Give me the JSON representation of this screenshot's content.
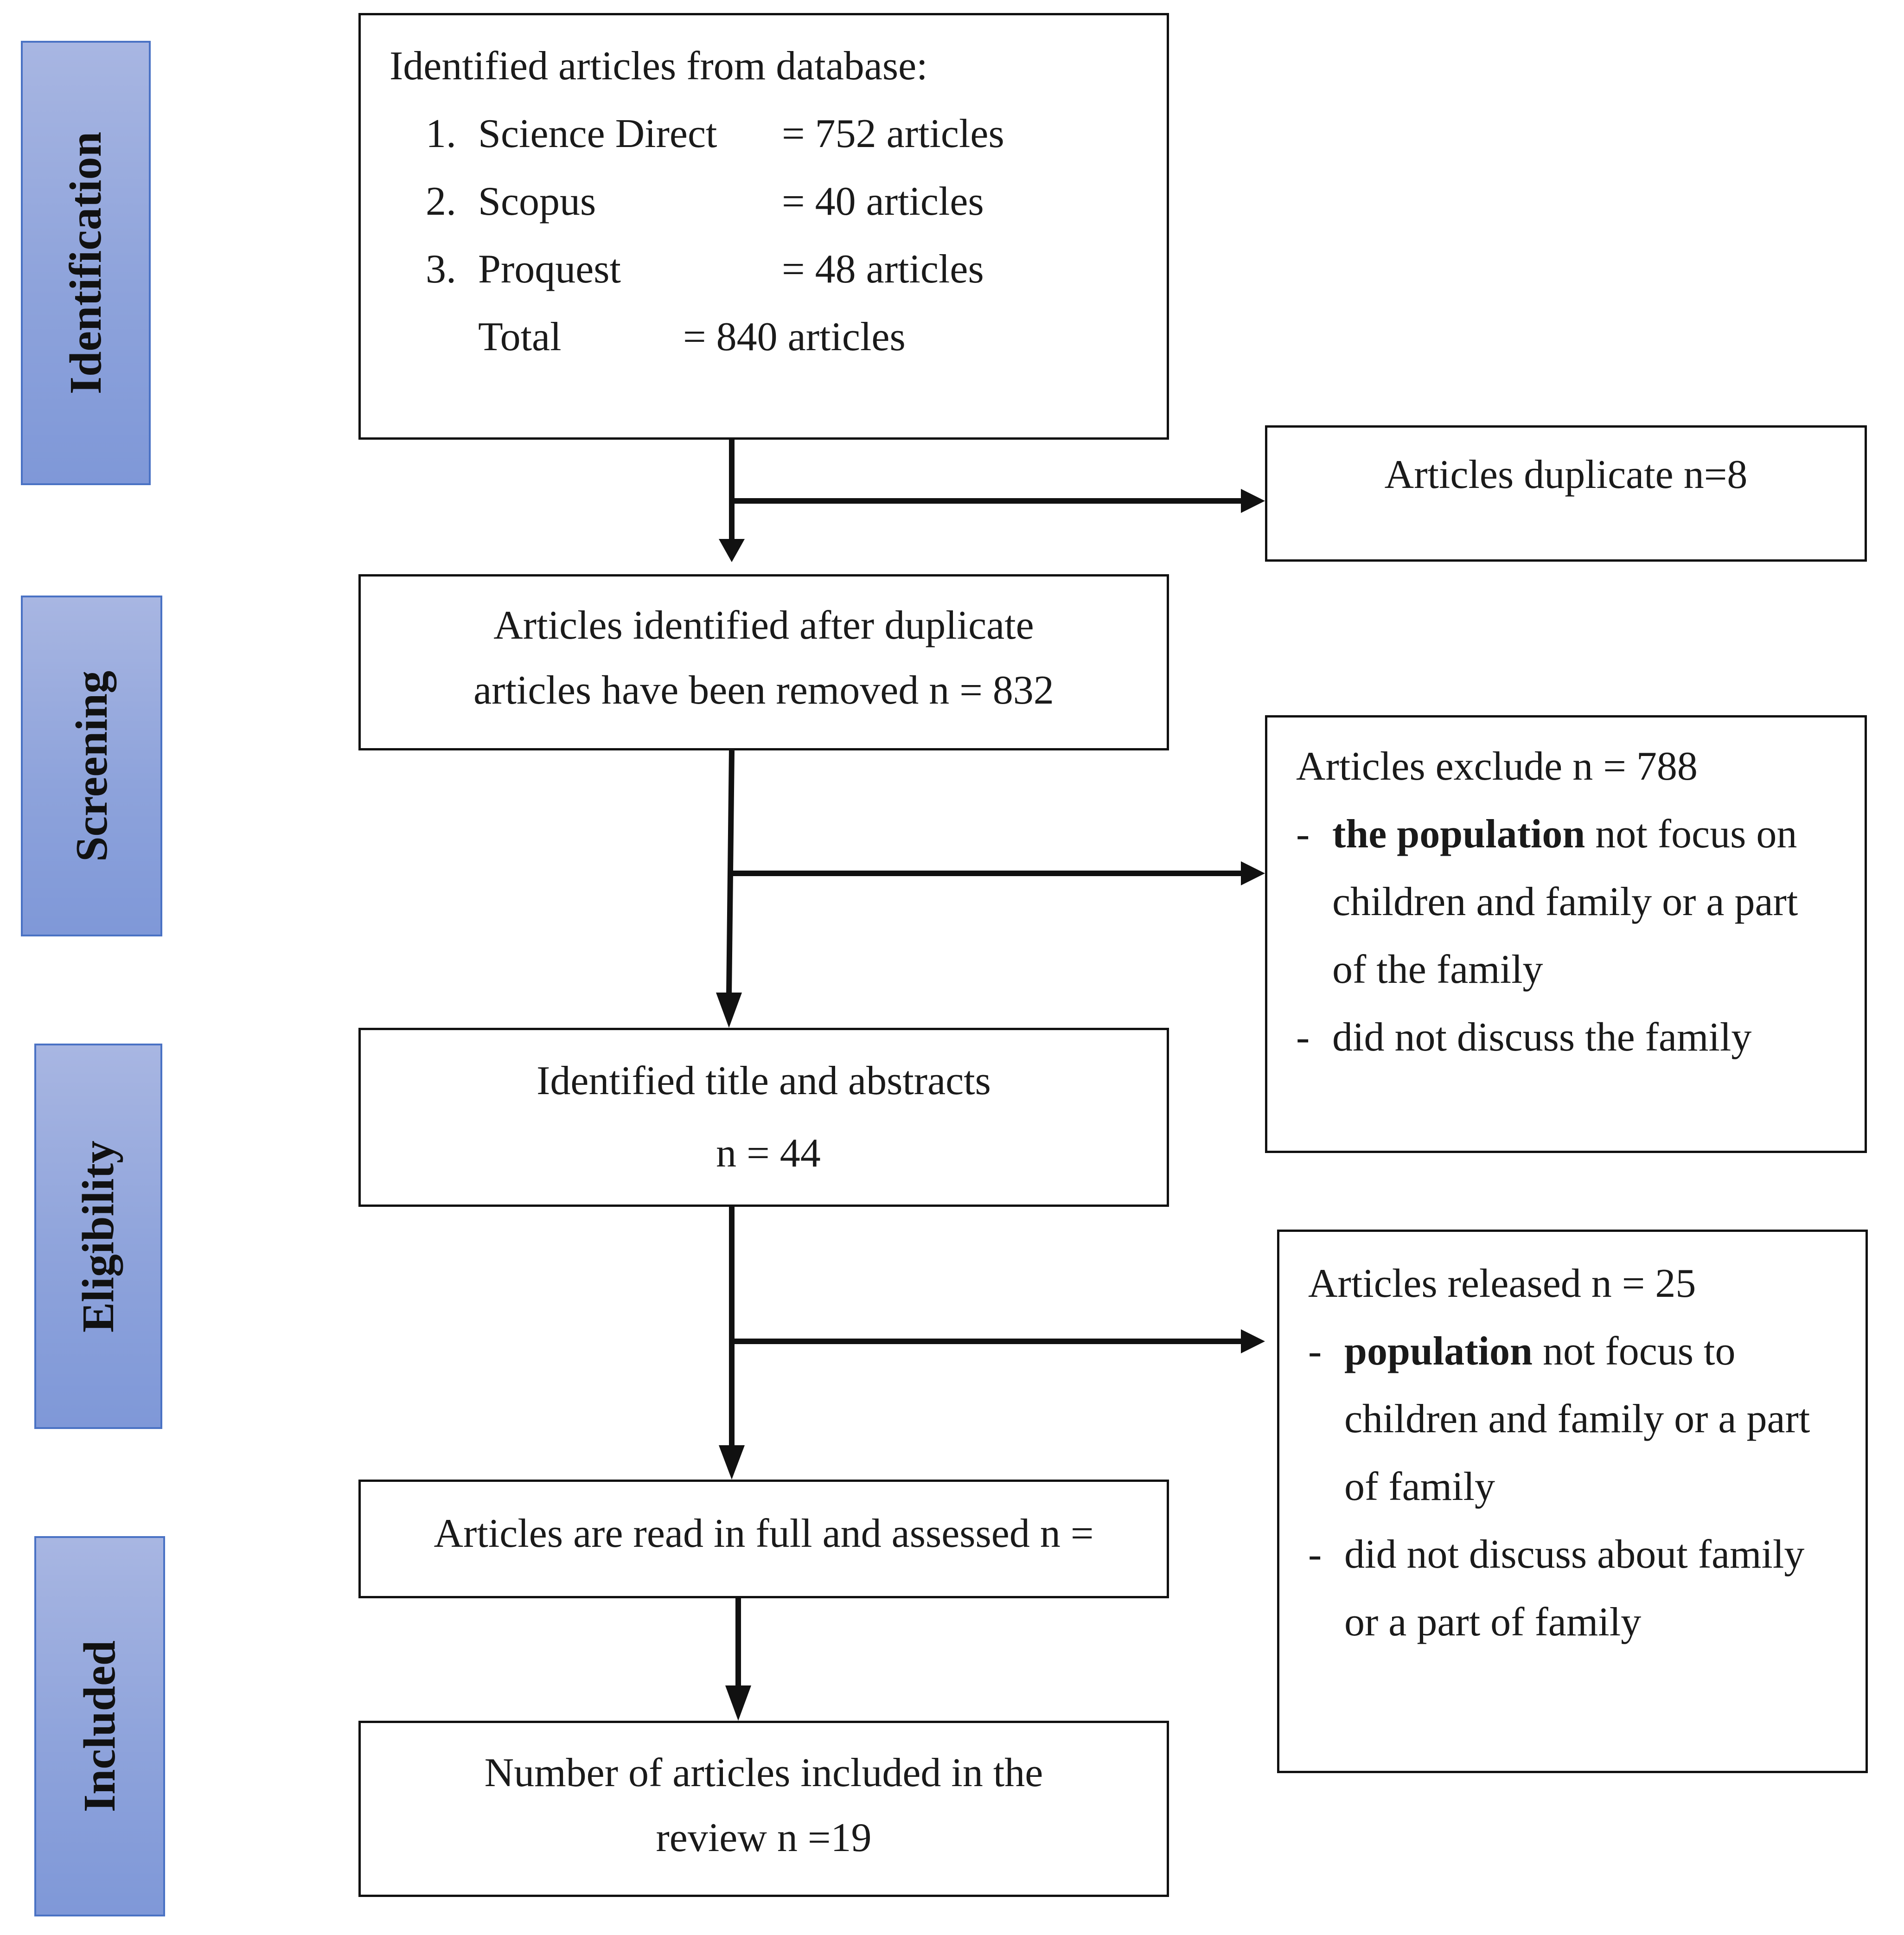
{
  "phases": [
    "Identification",
    "Screening",
    "Eligibility",
    "Included"
  ],
  "identification_box": {
    "title": "Identified articles from database:",
    "sources": [
      {
        "num": "1.",
        "name": "Science Direct",
        "value": "= 752 articles"
      },
      {
        "num": "2.",
        "name": "Scopus",
        "value": "= 40 articles"
      },
      {
        "num": "3.",
        "name": "Proquest",
        "value": "= 48 articles"
      }
    ],
    "total_label": "Total",
    "total_value": "= 840 articles"
  },
  "duplicate_box": "Articles duplicate n=8",
  "after_duplicate_box": [
    "Articles identified after duplicate",
    "articles have been removed n = 832"
  ],
  "exclude_box": {
    "title": "Articles exclude n = 788",
    "bullet": "-",
    "b1_bold": "the population",
    "b1_rest": " not focus on",
    "b1_line2": "children and family or a part",
    "b1_line3": "of the family",
    "b2": "did not discuss the family"
  },
  "title_abstract_box": [
    "Identified title and abstracts",
    "n = 44"
  ],
  "released_box": {
    "title": "Articles released n = 25",
    "bullet": "-",
    "b1_bold": "population",
    "b1_rest": " not focus to",
    "b1_line2": "children and family or a part",
    "b1_line3": "of family",
    "b2_line1": "did not discuss about family",
    "b2_line2": "or a part of family"
  },
  "fulltext_box": "Articles are read in full and assessed n =",
  "included_box": [
    "Number of articles included in the",
    "review n =19"
  ]
}
